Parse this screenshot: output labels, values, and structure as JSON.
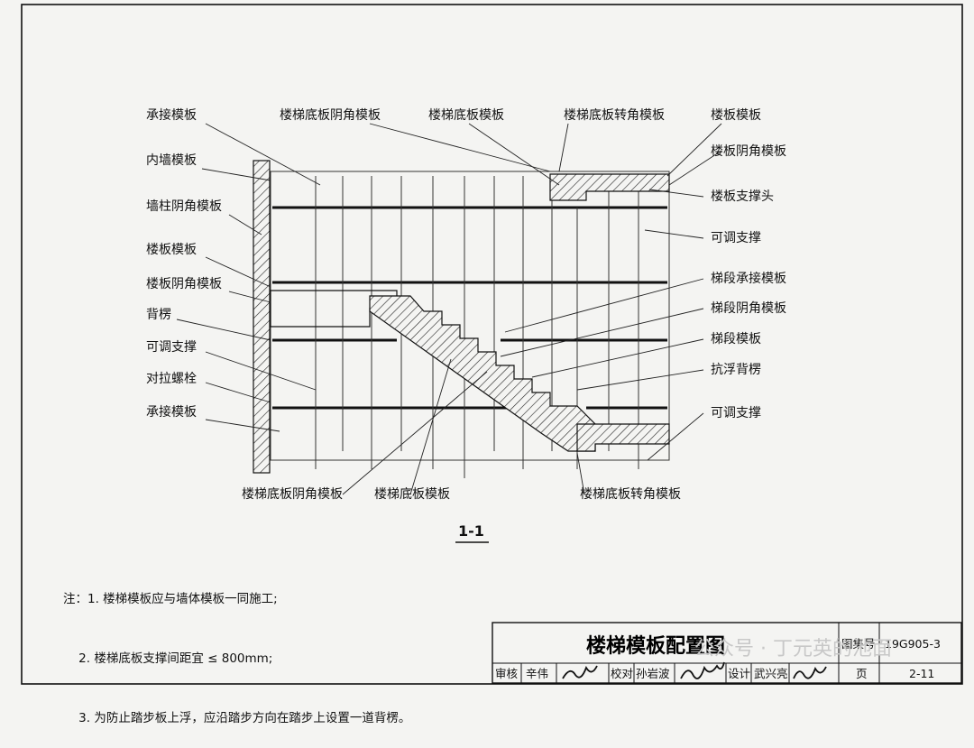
{
  "labels": {
    "left": [
      "承接模板",
      "内墙模板",
      "墙柱阴角模板",
      "楼板模板",
      "楼板阴角模板",
      "背楞",
      "可调支撑",
      "对拉螺栓",
      "承接模板"
    ],
    "top": [
      "楼梯底板阴角模板",
      "楼梯底板模板",
      "楼梯底板转角模板"
    ],
    "right": [
      "楼板模板",
      "楼板阴角模板",
      "楼板支撑头",
      "可调支撑",
      "梯段承接模板",
      "梯段阴角模板",
      "梯段模板",
      "抗浮背楞",
      "可调支撑"
    ],
    "bottom": [
      "楼梯底板阴角模板",
      "楼梯底板模板",
      "楼梯底板转角模板"
    ]
  },
  "section_label": "1-1",
  "notes": [
    "注：1. 楼梯模板应与墙体模板一同施工;",
    "    2. 楼梯底板支撑间距宜 ≤ 800mm;",
    "    3. 为防止踏步板上浮，应沿踏步方向在踏步上设置一道背楞。"
  ],
  "title_block": {
    "title": "楼梯模板配置图",
    "atlas_label": "图集号",
    "atlas_no": "19G905-3",
    "page_label": "页",
    "page_no": "2-11",
    "review_label": "审核",
    "reviewer": "辛伟",
    "check_label": "校对",
    "checker": "孙岩波",
    "design_label": "设计",
    "designer": "武兴亮"
  },
  "watermark": "公众号 · 丁元英的池面"
}
